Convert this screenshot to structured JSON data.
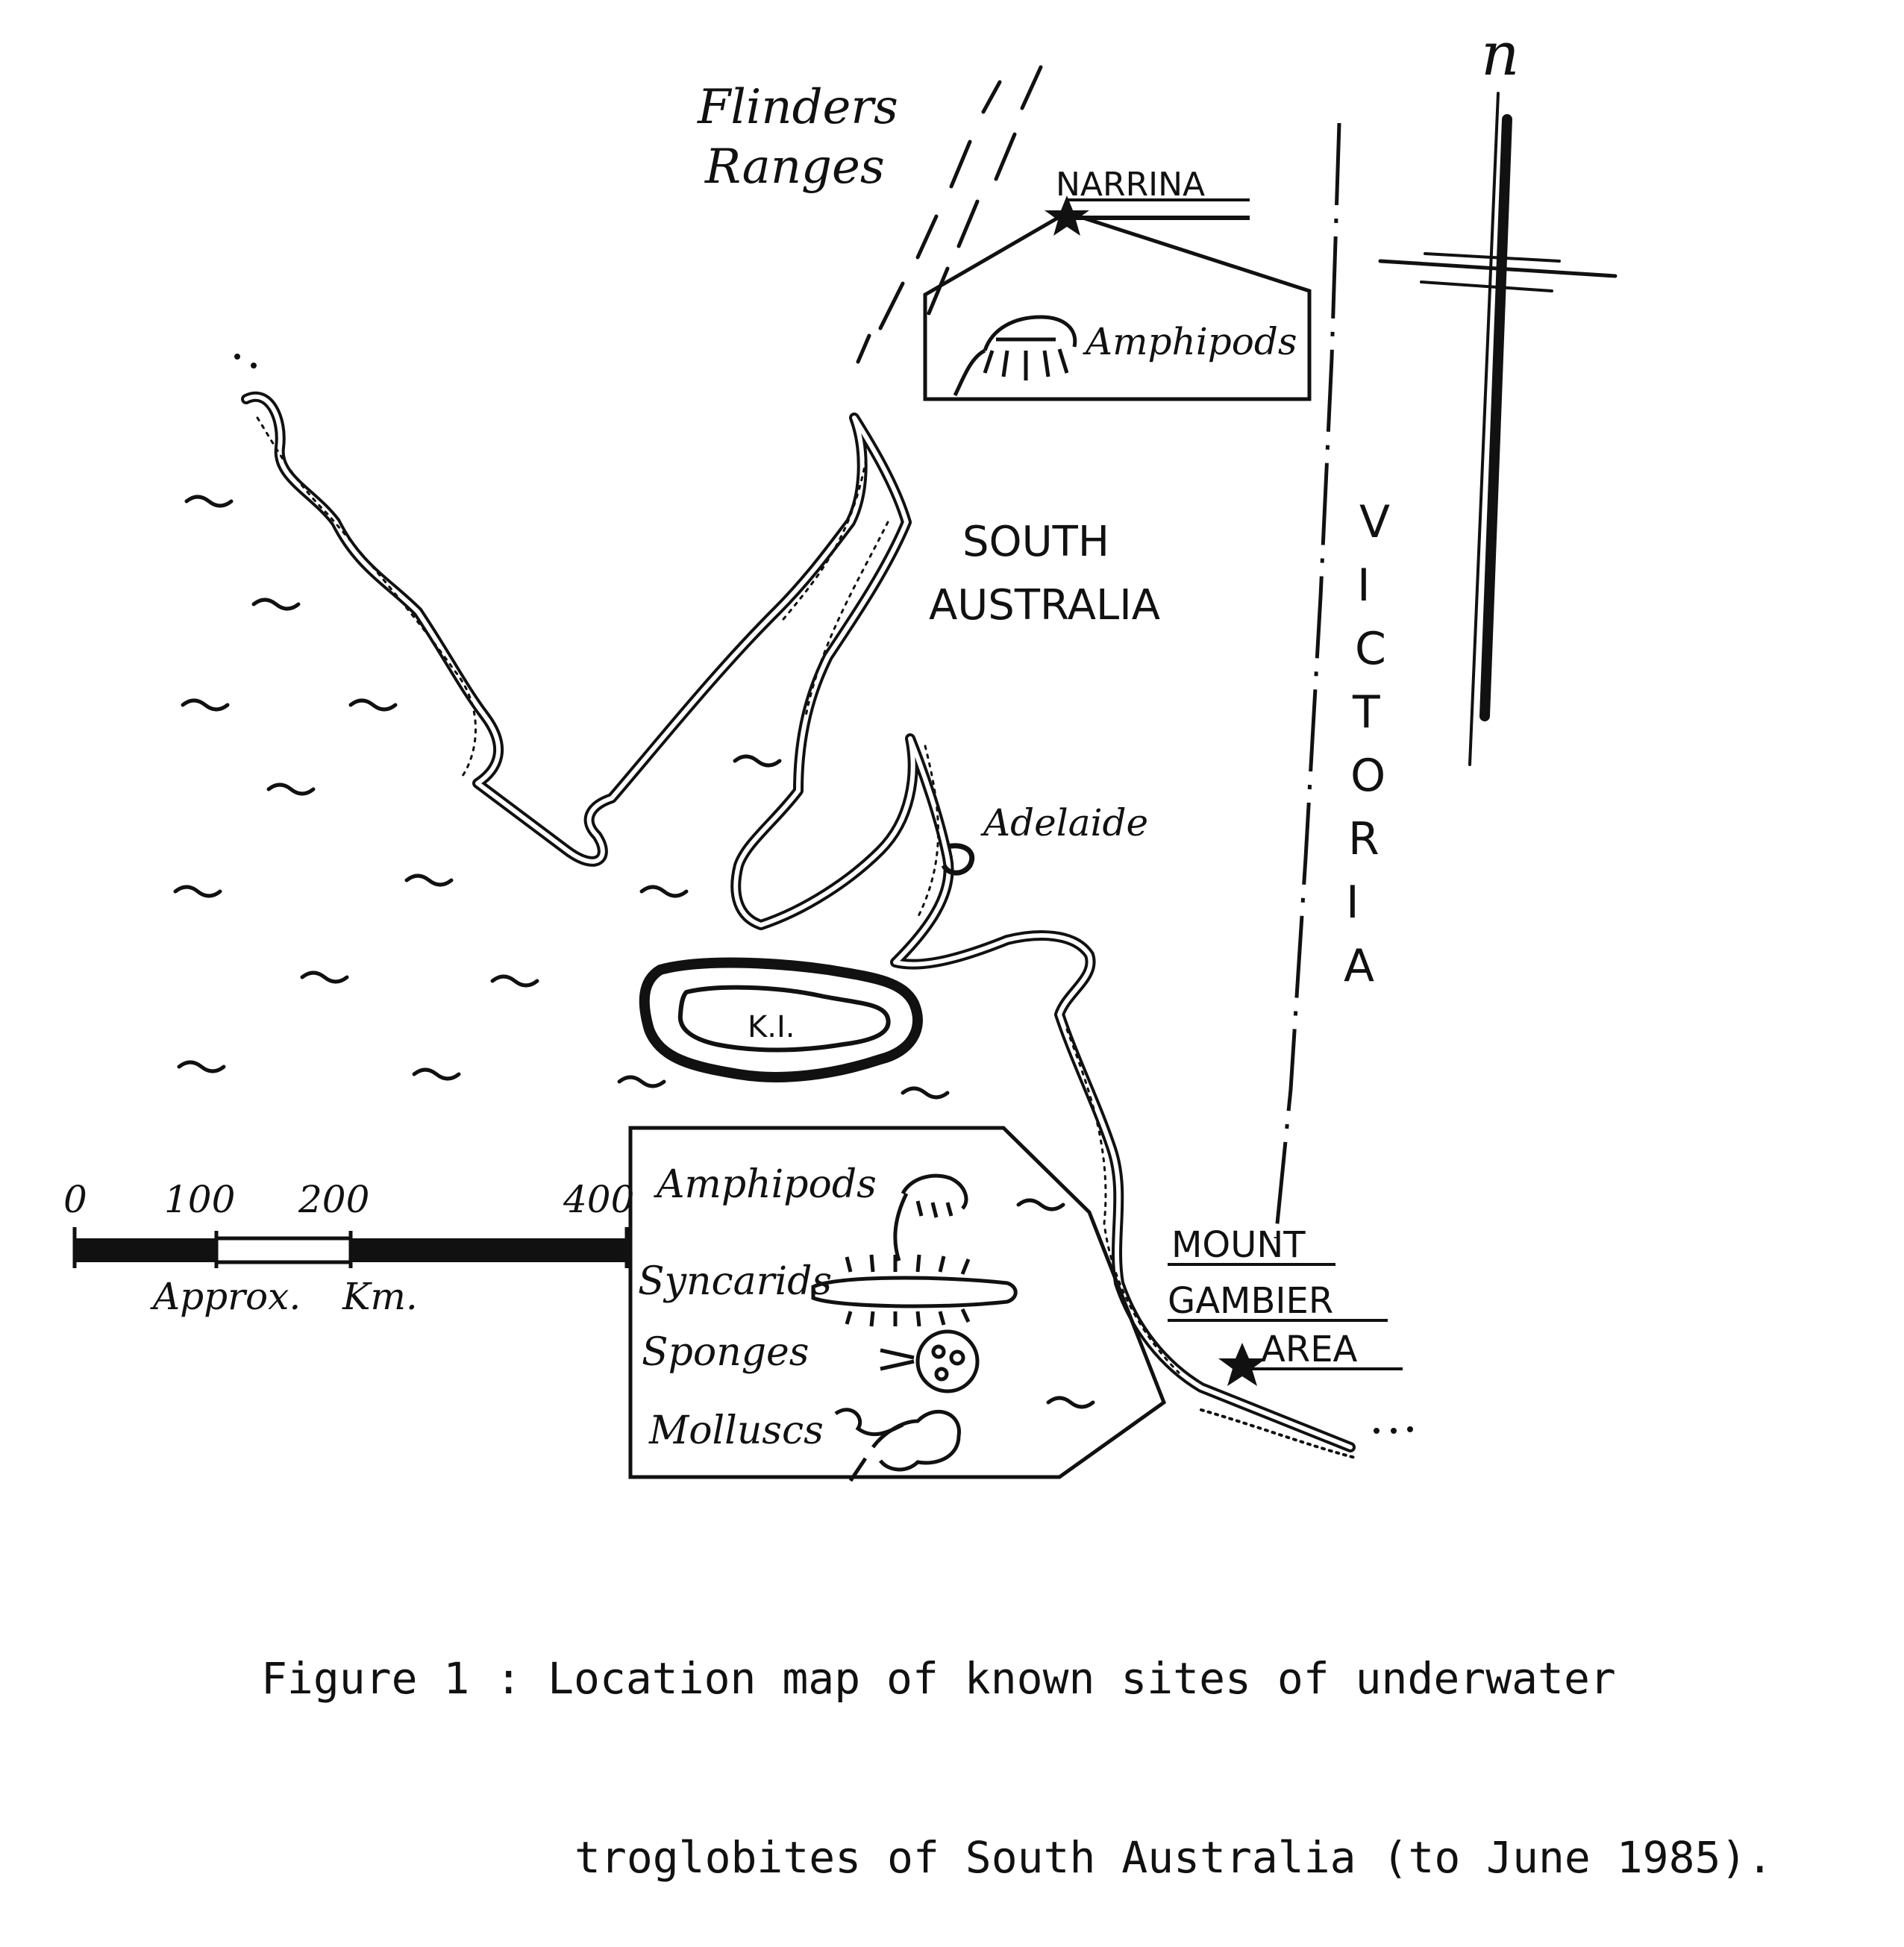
{
  "labels": {
    "flinders": "Flinders",
    "ranges": "Ranges",
    "narrina": "NARRINA",
    "south": "SOUTH",
    "australia": "AUSTRALIA",
    "victoria": "VICTORIA",
    "adelaide": "Adelaide",
    "ki": "K.I.",
    "mount": "MOUNT",
    "gambier": "GAMBIER",
    "area": "AREA",
    "north": "n"
  },
  "north_inset": {
    "taxa": [
      "Amphipods"
    ]
  },
  "south_inset": {
    "taxa": [
      "Amphipods",
      "Syncarids",
      "Sponges",
      "Molluscs"
    ]
  },
  "scale_bar": {
    "ticks": [
      "0",
      "100",
      "200",
      "400"
    ],
    "unit_line": "Approx. Km."
  },
  "caption": {
    "line1": "Figure 1 : Location map of known sites of underwater",
    "line2": "troglobites of South Australia (to June 1985)."
  },
  "colors": {
    "ink": "#111111",
    "paper": "#ffffff"
  }
}
